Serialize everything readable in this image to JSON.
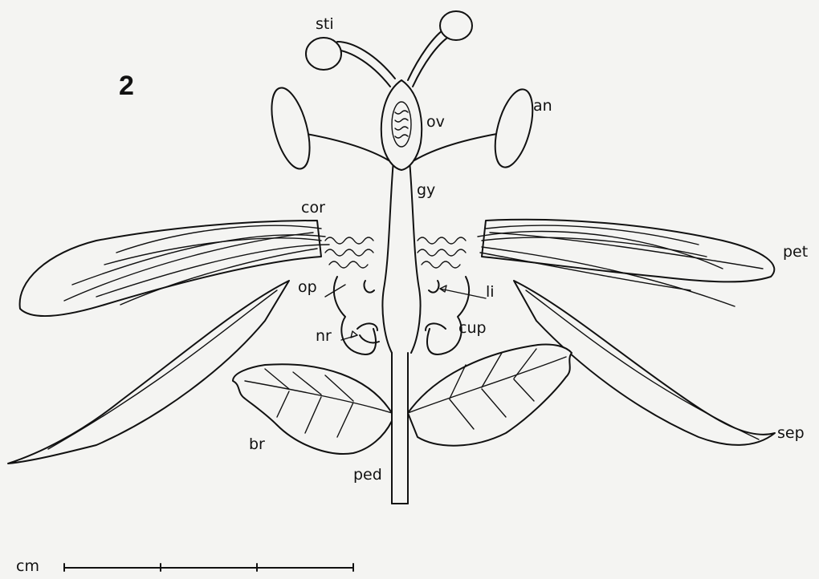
{
  "figure_number": "2",
  "labels": {
    "sti": "sti",
    "an": "an",
    "ov": "ov",
    "gy": "gy",
    "cor": "cor",
    "pet": "pet",
    "op": "op",
    "li": "li",
    "nr": "nr",
    "cup": "cup",
    "br": "br",
    "sep": "sep",
    "ped": "ped"
  },
  "scale_bar": {
    "unit": "cm",
    "segments": 3
  },
  "colors": {
    "background": "#f4f4f2",
    "ink": "#111111"
  }
}
